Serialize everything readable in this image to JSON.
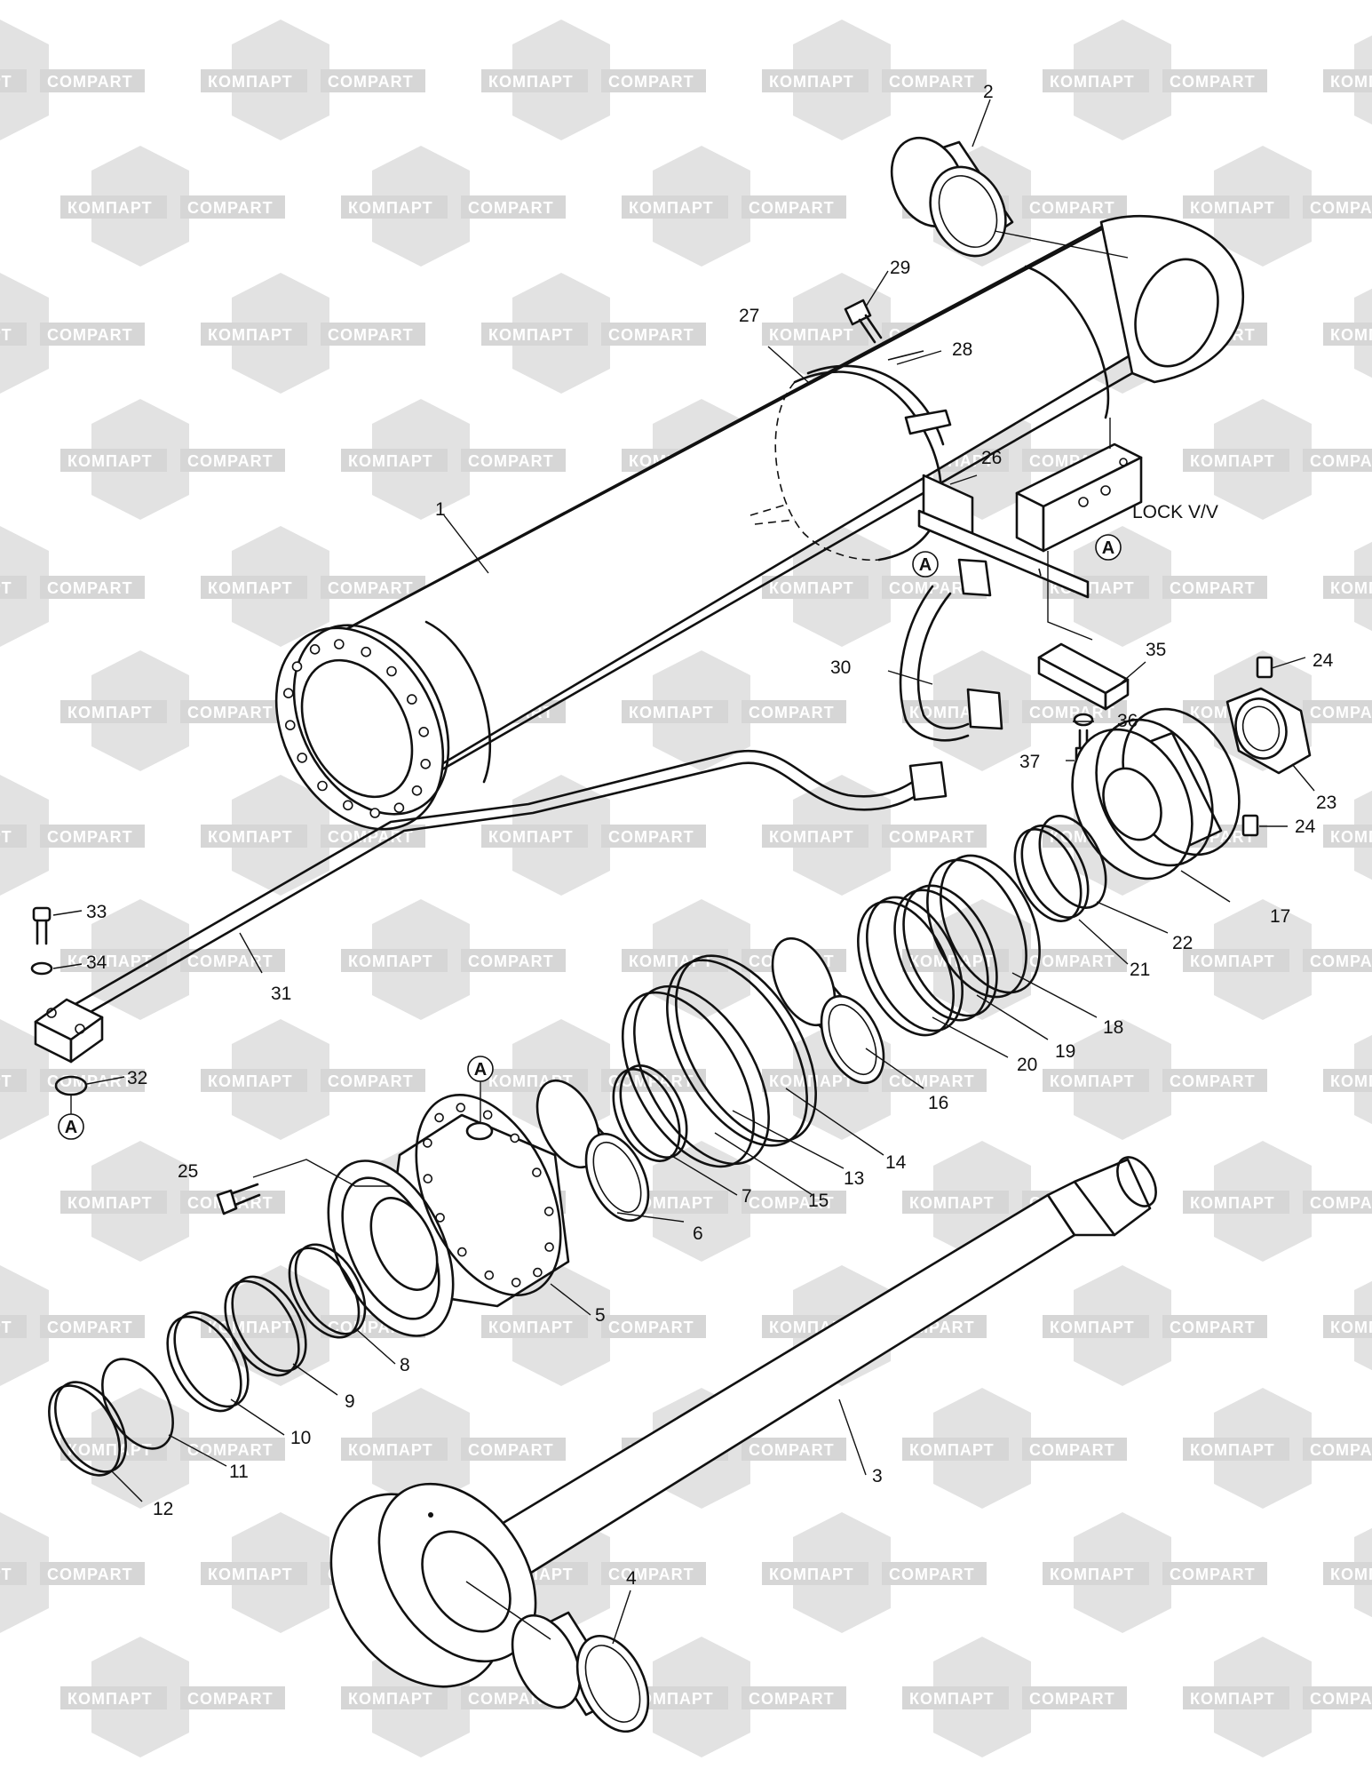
{
  "watermark": {
    "brand_cyrillic": "КОМПАРТ",
    "brand_latin": "COMPART"
  },
  "parts": [
    {
      "id": "p1",
      "label": "1"
    },
    {
      "id": "p2",
      "label": "2"
    },
    {
      "id": "p3",
      "label": "3"
    },
    {
      "id": "p4",
      "label": "4"
    },
    {
      "id": "p5",
      "label": "5"
    },
    {
      "id": "p6",
      "label": "6"
    },
    {
      "id": "p7",
      "label": "7"
    },
    {
      "id": "p8",
      "label": "8"
    },
    {
      "id": "p9",
      "label": "9"
    },
    {
      "id": "p10",
      "label": "10"
    },
    {
      "id": "p11",
      "label": "11"
    },
    {
      "id": "p12",
      "label": "12"
    },
    {
      "id": "p13",
      "label": "13"
    },
    {
      "id": "p14",
      "label": "14"
    },
    {
      "id": "p15",
      "label": "15"
    },
    {
      "id": "p16",
      "label": "16"
    },
    {
      "id": "p17",
      "label": "17"
    },
    {
      "id": "p18",
      "label": "18"
    },
    {
      "id": "p19",
      "label": "19"
    },
    {
      "id": "p20",
      "label": "20"
    },
    {
      "id": "p21",
      "label": "21"
    },
    {
      "id": "p22",
      "label": "22"
    },
    {
      "id": "p23",
      "label": "23"
    },
    {
      "id": "p24a",
      "label": "24"
    },
    {
      "id": "p24b",
      "label": "24"
    },
    {
      "id": "p25",
      "label": "25"
    },
    {
      "id": "p26",
      "label": "26"
    },
    {
      "id": "p27",
      "label": "27"
    },
    {
      "id": "p28",
      "label": "28"
    },
    {
      "id": "p29",
      "label": "29"
    },
    {
      "id": "p30",
      "label": "30"
    },
    {
      "id": "p31",
      "label": "31"
    },
    {
      "id": "p32",
      "label": "32"
    },
    {
      "id": "p33",
      "label": "33"
    },
    {
      "id": "p34",
      "label": "34"
    },
    {
      "id": "p35",
      "label": "35"
    },
    {
      "id": "p36",
      "label": "36"
    },
    {
      "id": "p37",
      "label": "37"
    }
  ],
  "annotations": {
    "lock_valve": "LOCK V/V",
    "connection_marker": "A"
  }
}
